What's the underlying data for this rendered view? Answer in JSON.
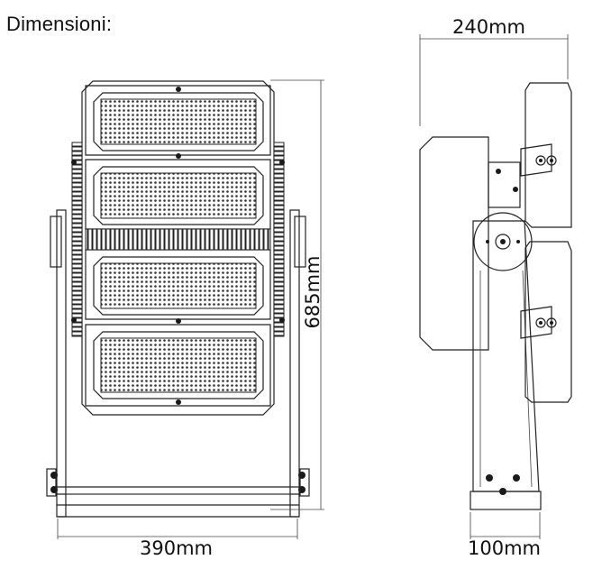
{
  "title": "Dimensioni:",
  "dimensions": {
    "width": "390mm",
    "height": "685mm",
    "depth_top": "240mm",
    "depth_bottom": "100mm"
  },
  "colors": {
    "line": "#222222",
    "background": "#ffffff"
  }
}
